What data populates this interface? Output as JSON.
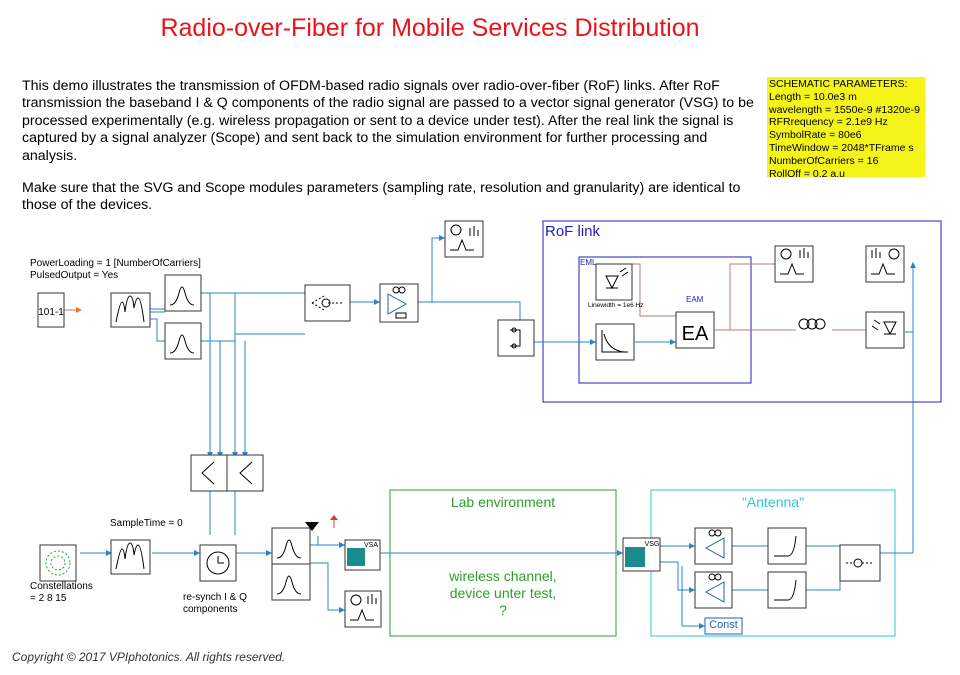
{
  "title": "Radio-over-Fiber for Mobile Services Distribution",
  "intro_paragraph": "This demo illustrates the transmission of OFDM-based radio signals over radio-over-fiber (RoF) links. After RoF transmission the baseband I & Q components of the radio signal are passed to a vector signal generator (VSG) to be processed experimentally (e.g. wireless propagation or sent to a device under test). After the real link the signal is captured by a signal analyzer (Scope) and sent back to the simulation environment for further processing and analysis.",
  "note_paragraph": "Make sure that the SVG and Scope modules parameters (sampling rate, resolution and granularity) are identical to those of the devices.",
  "schematic_parameters": {
    "heading": "SCHEMATIC PARAMETERS:",
    "lines": [
      "Length = 10.0e3 m",
      "wavelength = 1550e-9 #1320e-9",
      "RFRrequency = 2.1e9 Hz",
      "SymbolRate = 80e6",
      "TimeWindow = 2048*TFrame s",
      "NumberOfCarriers = 16",
      "RollOff = 0.2 a.u"
    ]
  },
  "labels": {
    "power_loading": "PowerLoading = 1 [NumberOfCarriers]",
    "pulsed_output": "PulsedOutput = Yes",
    "bit_source": "101-1",
    "sample_time": "SampleTime = 0",
    "constellations": "Constellations\n= 2 8 15",
    "resynch": "re-synch I & Q\ncomponents",
    "eml": "EML",
    "linewidth": "Linewidth = 1e6 Hz",
    "eam": "EAM",
    "eam_glyph": "EA",
    "vsa": "VSA",
    "vsg": "VSG",
    "const": "Const"
  },
  "groups": {
    "rof_link": "RoF link",
    "lab_environment": "Lab environment",
    "lab_text": "wireless channel,\ndevice unter test,\n?",
    "antenna": "\"Antenna\""
  },
  "colors": {
    "title": "#e8141b",
    "rof_border": "#1f1fb8",
    "lab_border": "#2aa12a",
    "antenna_border": "#2ac9d4",
    "electrical_wire": "#2a85c8",
    "optical_wire": "#b87a7a",
    "param_bg": "#f4f41a"
  },
  "copyright": "Copyright © 2017 VPIphotonics. All rights reserved."
}
